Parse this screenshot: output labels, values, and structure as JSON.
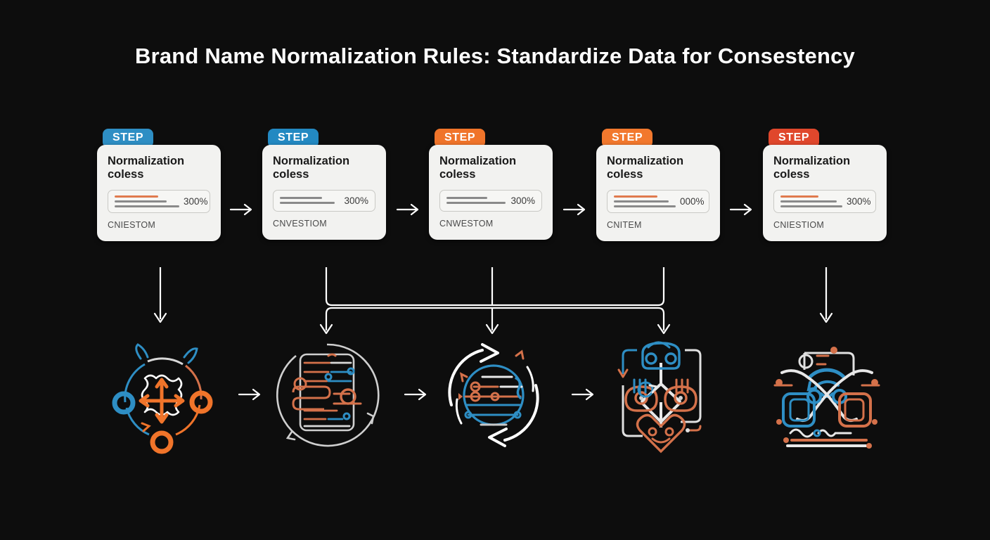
{
  "page": {
    "background": "#0d0d0d",
    "title": "Brand Name Normalization Rules: Standardize Data for Consestency"
  },
  "palette": {
    "blue": "#2e8ec4",
    "blue_dark": "#1f7fb5",
    "orange": "#f0742a",
    "orange_light": "#f5853c",
    "red": "#e0472c",
    "white": "#ffffff",
    "card_bg": "#f2f2f0",
    "text_dark": "#1a1a1a"
  },
  "steps": [
    {
      "badge": "STEP",
      "badge_color": "#2e8ec4",
      "title": "Normalization\ncoless",
      "meter_value": "300%",
      "bars": [
        {
          "width": 62,
          "accent": true
        },
        {
          "width": 74,
          "accent": false
        },
        {
          "width": 92,
          "accent": false
        }
      ],
      "footer": "CNIESTOM"
    },
    {
      "badge": "STEP",
      "badge_color": "#2389c2",
      "title": "Normalization\ncoless",
      "meter_value": "300%",
      "bars": [
        {
          "width": 60,
          "accent": false
        },
        {
          "width": 78,
          "accent": false
        }
      ],
      "footer": "CNVESTIOM"
    },
    {
      "badge": "STEP",
      "badge_color": "#f0742a",
      "title": "Normalization\ncoless",
      "meter_value": "300%",
      "bars": [
        {
          "width": 58,
          "accent": false
        },
        {
          "width": 84,
          "accent": false
        }
      ],
      "footer": "CNWESTOM"
    },
    {
      "badge": "STEP",
      "badge_color": "#f2782d",
      "title": "Normalization\ncoless",
      "meter_value": "000%",
      "bars": [
        {
          "width": 62,
          "accent": true
        },
        {
          "width": 78,
          "accent": false
        },
        {
          "width": 88,
          "accent": false
        }
      ],
      "footer": "CNITEM"
    },
    {
      "badge": "STEP",
      "badge_color": "#e0472c",
      "title": "Normalization\ncoless",
      "meter_value": "300%",
      "bars": [
        {
          "width": 54,
          "accent": true
        },
        {
          "width": 80,
          "accent": false
        },
        {
          "width": 88,
          "accent": false
        }
      ],
      "footer": "CNIESTIOM"
    }
  ],
  "row_arrows": [
    {
      "name": "card-arrow-1-2"
    },
    {
      "name": "card-arrow-2-3"
    },
    {
      "name": "card-arrow-3-4"
    },
    {
      "name": "card-arrow-4-5"
    }
  ],
  "connectors": {
    "description": "Vertical drop from step 1 and step 5; steps 2-4 merge into a shared bus rail that fans out to three down arrows.",
    "items": [
      {
        "name": "connector-step-1-down",
        "type": "straight-down-arrow"
      },
      {
        "name": "connector-bus-merge",
        "type": "bus-merge-fanout"
      },
      {
        "name": "connector-step-5-down",
        "type": "straight-down-arrow"
      }
    ]
  },
  "icons": [
    {
      "name": "cycle-expand-icon",
      "label": "Cycle with four-way expand arrows",
      "colors": [
        "#2e8ec4",
        "#f0742a",
        "#ffffff"
      ]
    },
    {
      "name": "data-list-cycle-icon",
      "label": "Data record list inside a cycle ring",
      "colors": [
        "#d4714a",
        "#2e8ec4",
        "#cfcfcf"
      ]
    },
    {
      "name": "sync-refresh-icon",
      "label": "Two curved sync arrows around a data circle",
      "colors": [
        "#ffffff",
        "#2e8ec4",
        "#d4714a"
      ]
    },
    {
      "name": "node-network-icon",
      "label": "Linked node network diamond",
      "colors": [
        "#2e8ec4",
        "#d4714a",
        "#e0e0e0"
      ]
    },
    {
      "name": "crossover-mapping-icon",
      "label": "Crossing mapping arrows between two panels",
      "colors": [
        "#2e8ec4",
        "#d4714a",
        "#e0e0e0"
      ]
    }
  ],
  "icon_arrows": [
    {
      "name": "icon-arrow-1-2"
    },
    {
      "name": "icon-arrow-2-3"
    },
    {
      "name": "icon-arrow-3-4"
    }
  ]
}
